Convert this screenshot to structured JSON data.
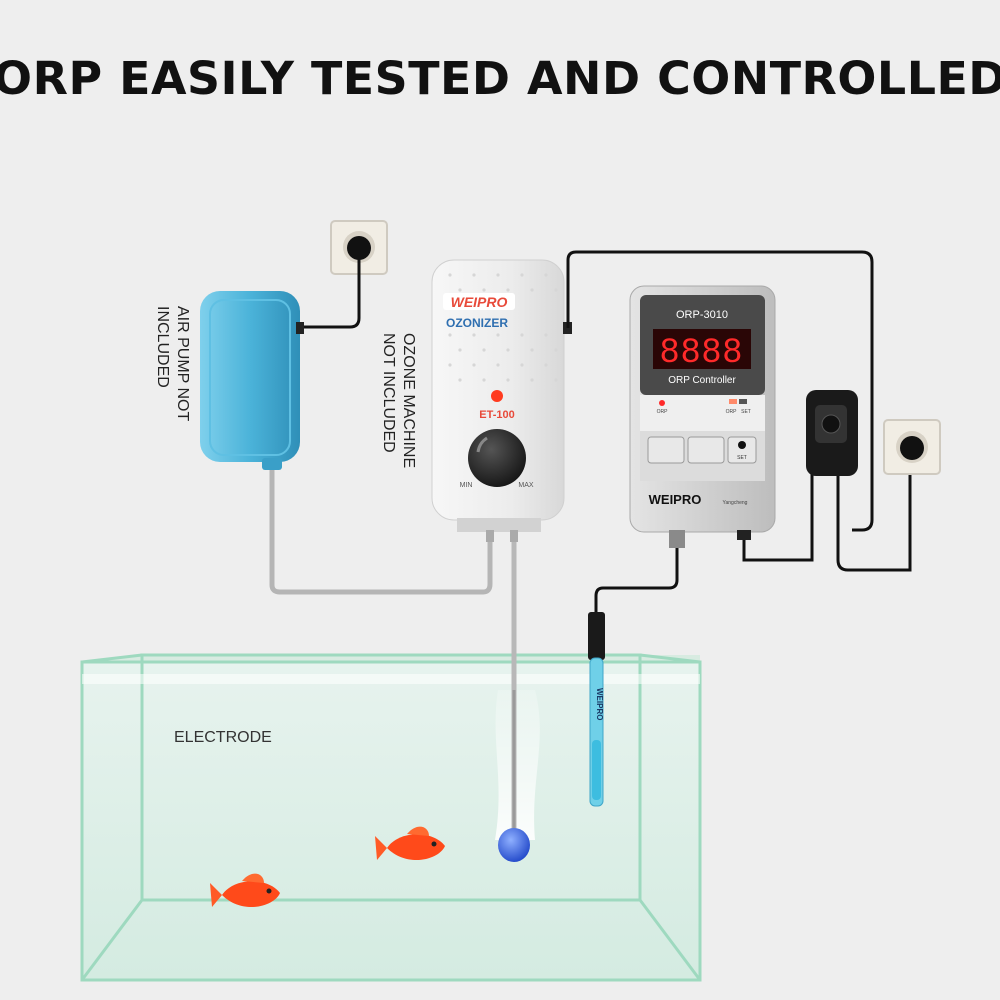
{
  "headline": "ORP EASILY TESTED AND CONTROLLED",
  "air_pump": {
    "caption_line1": "AIR PUMP NOT",
    "caption_line2": "INCLUDED"
  },
  "ozonizer": {
    "brand": "WEIPRO",
    "name": "OZONIZER",
    "model": "ET-100",
    "knob_min": "MIN",
    "knob_max": "MAX",
    "caption_line1": "OZONE MACHINE",
    "caption_line2": "NOT INCLUDED"
  },
  "controller": {
    "model": "ORP-3010",
    "display": "8888",
    "title": "ORP Controller",
    "indicator_orp": "ORP",
    "mode_orp": "ORP",
    "mode_set": "SET",
    "set_button": "SET",
    "brand": "WEIPRO",
    "brand_sub": "Yangcheng"
  },
  "probe": {
    "brand": "WEIPRO"
  },
  "tank": {
    "label": "ELECTRODE"
  },
  "colors": {
    "background": "#eeeeee",
    "display_red": "#ff2a2a",
    "pump_blue": "#4bb3d9",
    "glass_green": "#9ed9bf",
    "fish_orange": "#ff4a1a"
  }
}
